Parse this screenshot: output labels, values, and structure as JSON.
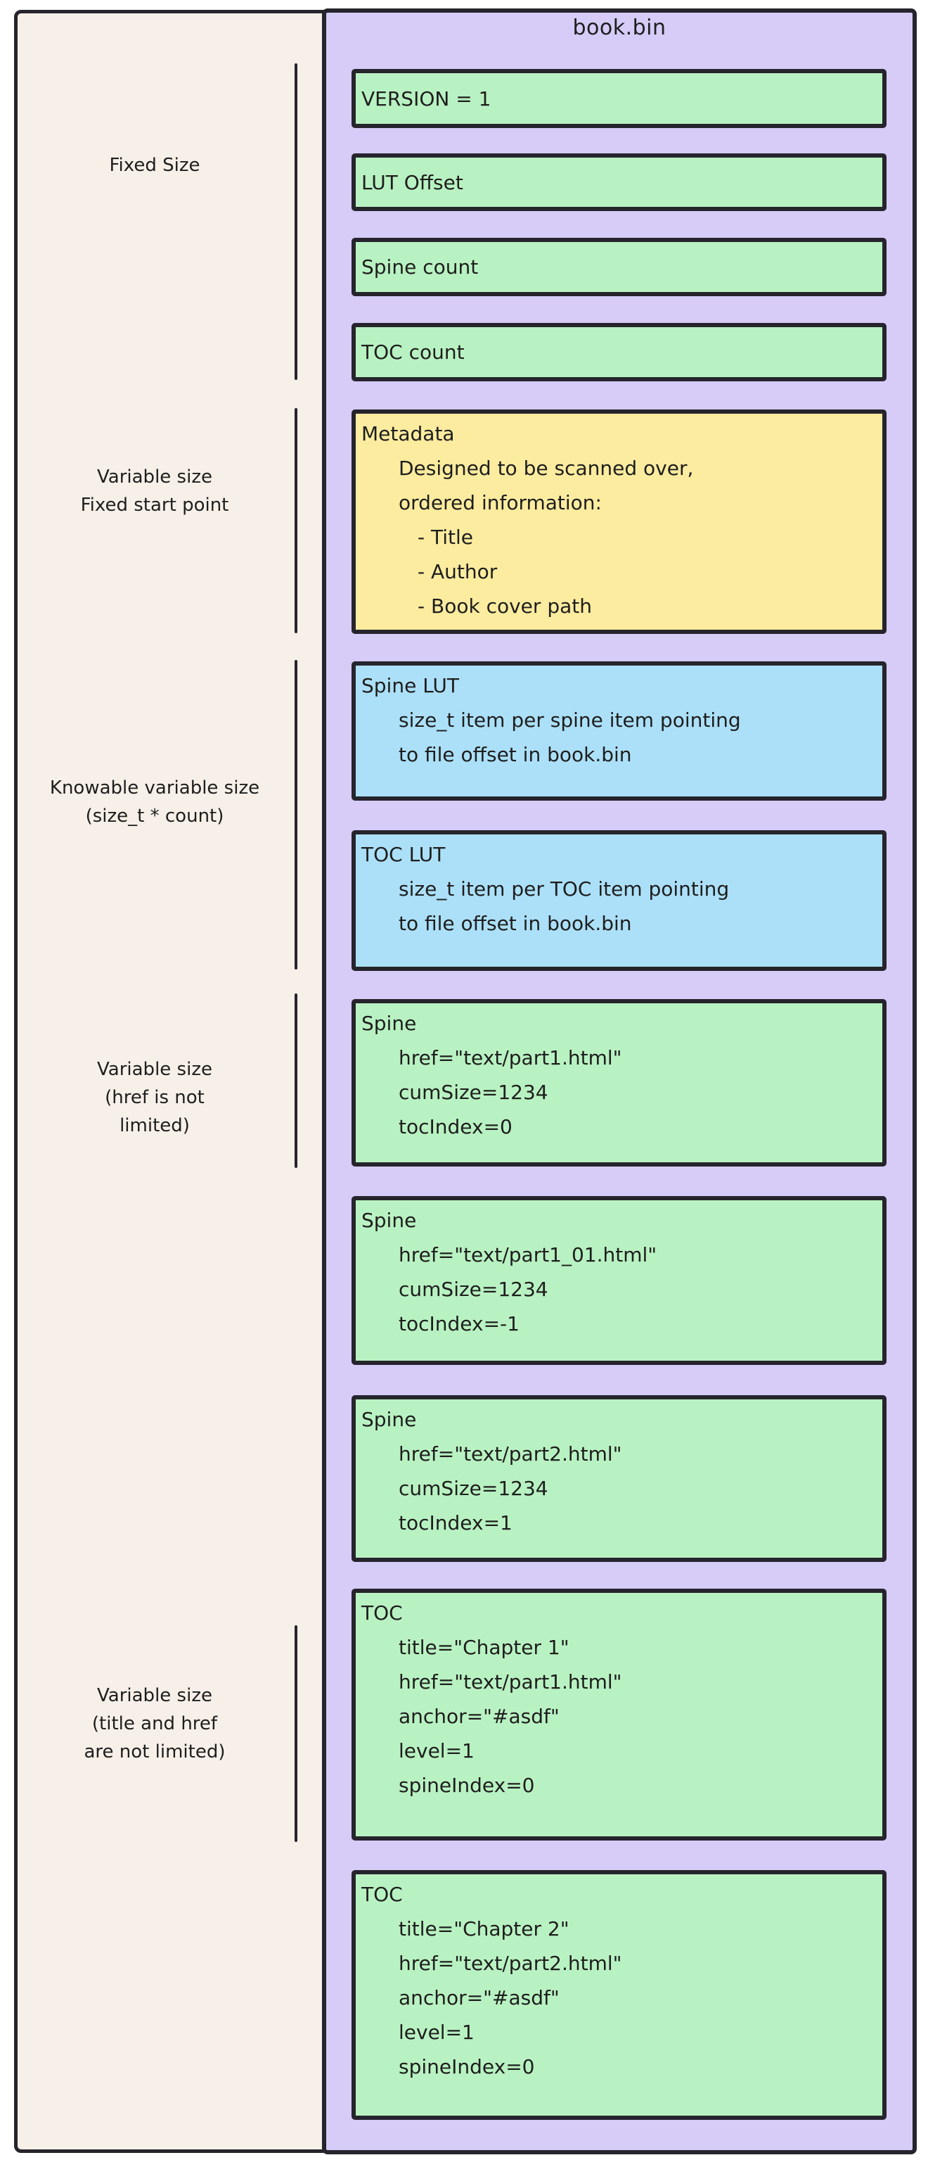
{
  "title": "book.bin",
  "side_labels": [
    {
      "id": "fixed-size",
      "lines": [
        "Fixed Size"
      ]
    },
    {
      "id": "variable-size-fixed-start",
      "lines": [
        "Variable size",
        "Fixed start point"
      ]
    },
    {
      "id": "knowable-variable-size",
      "lines": [
        "Knowable variable size",
        "(size_t * count)"
      ]
    },
    {
      "id": "variable-size-href",
      "lines": [
        "Variable size",
        "(href is not",
        "limited)"
      ]
    },
    {
      "id": "variable-size-title-href",
      "lines": [
        "Variable size",
        "(title and href",
        "are not limited)"
      ]
    }
  ],
  "blocks": [
    {
      "name": "version-field",
      "color": "green",
      "lines": [
        [
          0,
          "VERSION = 1"
        ]
      ]
    },
    {
      "name": "lut-offset-field",
      "color": "green",
      "lines": [
        [
          0,
          "LUT Offset"
        ]
      ]
    },
    {
      "name": "spine-count-field",
      "color": "green",
      "lines": [
        [
          0,
          "Spine count"
        ]
      ]
    },
    {
      "name": "toc-count-field",
      "color": "green",
      "lines": [
        [
          0,
          "TOC count"
        ]
      ]
    },
    {
      "name": "metadata-block",
      "color": "yellow",
      "lines": [
        [
          0,
          "Metadata"
        ],
        [
          1,
          "Designed to be scanned over,"
        ],
        [
          1,
          "ordered information:"
        ],
        [
          2,
          "- Title"
        ],
        [
          2,
          "- Author"
        ],
        [
          2,
          "- Book cover path"
        ]
      ]
    },
    {
      "name": "spine-lut-block",
      "color": "blue",
      "lines": [
        [
          0,
          "Spine LUT"
        ],
        [
          1,
          "size_t item per spine item pointing"
        ],
        [
          1,
          "to file offset in book.bin"
        ]
      ]
    },
    {
      "name": "toc-lut-block",
      "color": "blue",
      "lines": [
        [
          0,
          "TOC LUT"
        ],
        [
          1,
          "size_t item per TOC item pointing"
        ],
        [
          1,
          "to file offset in book.bin"
        ]
      ]
    },
    {
      "name": "spine-entry-1",
      "color": "green",
      "lines": [
        [
          0,
          "Spine"
        ],
        [
          1,
          "href=\"text/part1.html\""
        ],
        [
          1,
          "cumSize=1234"
        ],
        [
          1,
          "tocIndex=0"
        ]
      ]
    },
    {
      "name": "spine-entry-2",
      "color": "green",
      "lines": [
        [
          0,
          "Spine"
        ],
        [
          1,
          "href=\"text/part1_01.html\""
        ],
        [
          1,
          "cumSize=1234"
        ],
        [
          1,
          "tocIndex=-1"
        ]
      ]
    },
    {
      "name": "spine-entry-3",
      "color": "green",
      "lines": [
        [
          0,
          "Spine"
        ],
        [
          1,
          "href=\"text/part2.html\""
        ],
        [
          1,
          "cumSize=1234"
        ],
        [
          1,
          "tocIndex=1"
        ]
      ]
    },
    {
      "name": "toc-entry-1",
      "color": "green",
      "lines": [
        [
          0,
          "TOC"
        ],
        [
          1,
          "title=\"Chapter 1\""
        ],
        [
          1,
          "href=\"text/part1.html\""
        ],
        [
          1,
          "anchor=\"#asdf\""
        ],
        [
          1,
          "level=1"
        ],
        [
          1,
          "spineIndex=0"
        ]
      ]
    },
    {
      "name": "toc-entry-2",
      "color": "green",
      "lines": [
        [
          0,
          "TOC"
        ],
        [
          1,
          "title=\"Chapter 2\""
        ],
        [
          1,
          "href=\"text/part2.html\""
        ],
        [
          1,
          "anchor=\"#asdf\""
        ],
        [
          1,
          "level=1"
        ],
        [
          1,
          "spineIndex=0"
        ]
      ]
    }
  ],
  "colors": {
    "background": "#f6f0e8",
    "container": "#d6ccf7",
    "field_green": "#b9f2c2",
    "lut_blue": "#ace0f8",
    "metadata_yellow": "#fcec9f",
    "stroke": "#26242c"
  }
}
